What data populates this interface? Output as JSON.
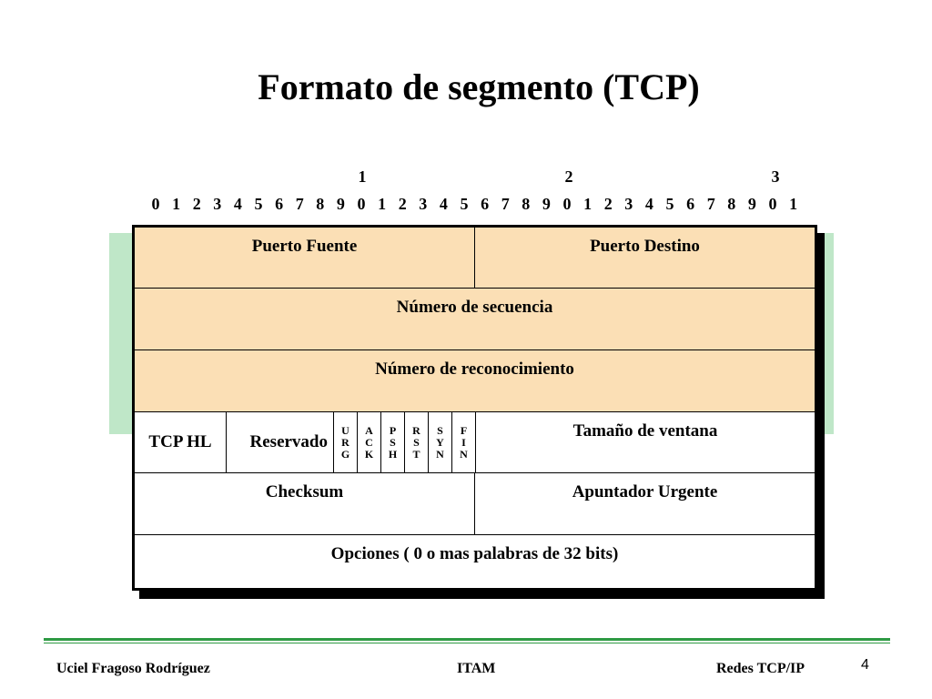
{
  "title": "Formato de segmento (TCP)",
  "bit_ruler": {
    "tens": [
      "1",
      "2",
      "3"
    ],
    "units": [
      "0",
      "1",
      "2",
      "3",
      "4",
      "5",
      "6",
      "7",
      "8",
      "9",
      "0",
      "1",
      "2",
      "3",
      "4",
      "5",
      "6",
      "7",
      "8",
      "9",
      "0",
      "1",
      "2",
      "3",
      "4",
      "5",
      "6",
      "7",
      "8",
      "9",
      "0",
      "1"
    ]
  },
  "fields": {
    "puerto_fuente": "Puerto Fuente",
    "puerto_destino": "Puerto Destino",
    "numero_secuencia": "Número de secuencia",
    "numero_reconocimiento": "Número de reconocimiento",
    "tcp_hl": "TCP HL",
    "reservado": "Reservado",
    "flags": [
      {
        "letters": [
          "U",
          "R",
          "G"
        ]
      },
      {
        "letters": [
          "A",
          "C",
          "K"
        ]
      },
      {
        "letters": [
          "P",
          "S",
          "H"
        ]
      },
      {
        "letters": [
          "R",
          "S",
          "T"
        ]
      },
      {
        "letters": [
          "S",
          "Y",
          "N"
        ]
      },
      {
        "letters": [
          "F",
          "I",
          "N"
        ]
      }
    ],
    "tamano_ventana": "Tamaño de ventana",
    "checksum": "Checksum",
    "apuntador_urgente": "Apuntador Urgente",
    "opciones": "Opciones ( 0 o mas palabras de 32 bits)"
  },
  "colors": {
    "header_fill": "#fbdfb5",
    "accent_green": "#bfe7c8",
    "footer_line": "#2e9a44"
  },
  "footer": {
    "author": "Uciel Fragoso Rodríguez",
    "institution": "ITAM",
    "course": "Redes TCP/IP",
    "page": "4"
  }
}
